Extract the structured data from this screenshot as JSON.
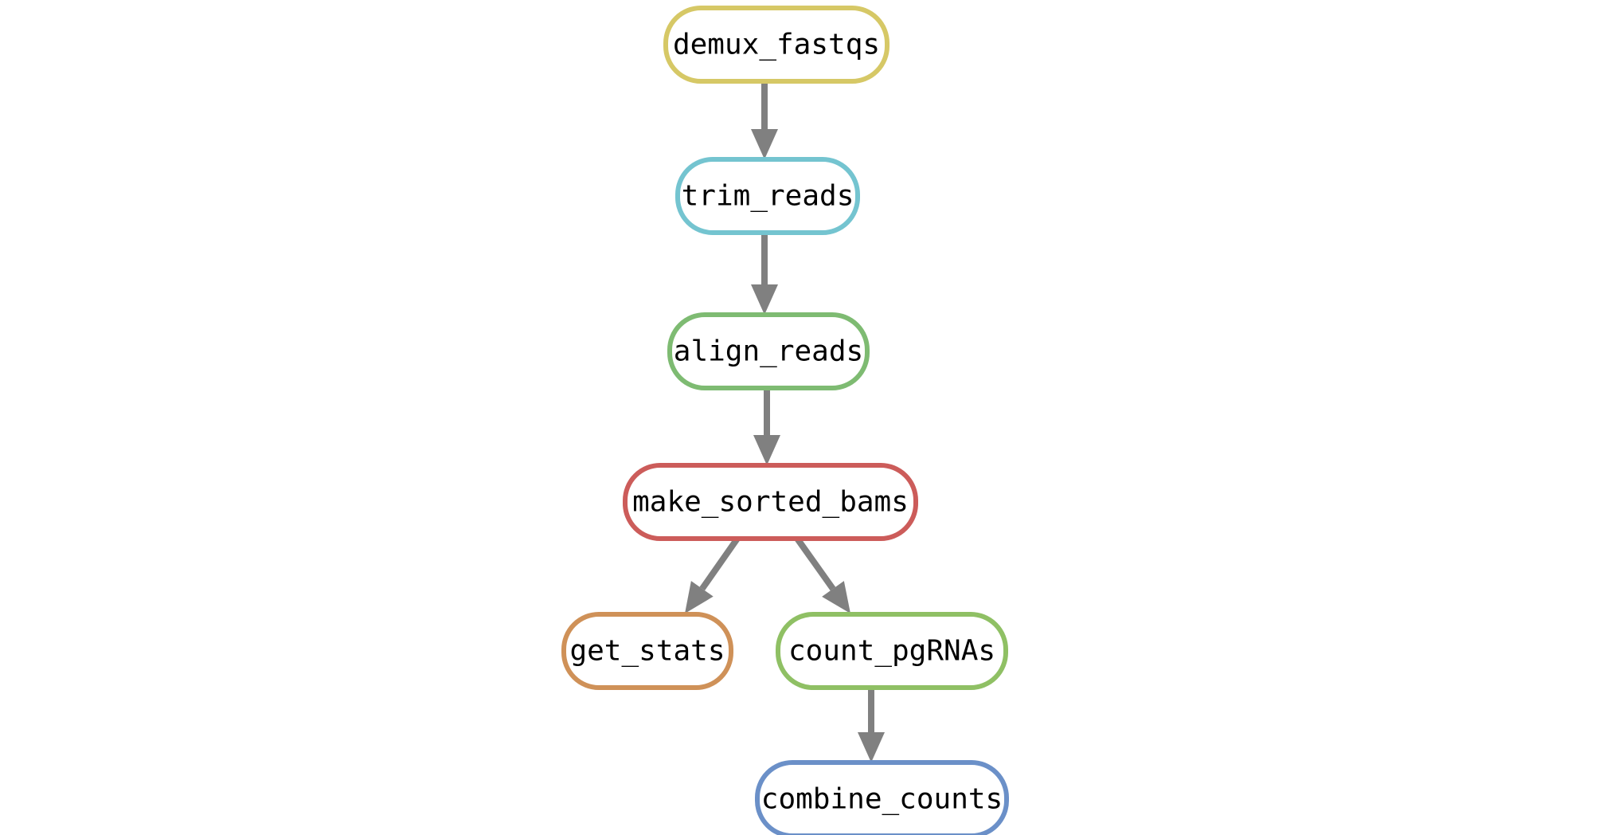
{
  "dag": {
    "edge_color": "#808080",
    "nodes": [
      {
        "id": "demux_fastqs",
        "label": "demux_fastqs",
        "color": "#d6c866"
      },
      {
        "id": "trim_reads",
        "label": "trim_reads",
        "color": "#74c4d0"
      },
      {
        "id": "align_reads",
        "label": "align_reads",
        "color": "#7ebb72"
      },
      {
        "id": "make_sorted_bams",
        "label": "make_sorted_bams",
        "color": "#cc5c5a"
      },
      {
        "id": "get_stats",
        "label": "get_stats",
        "color": "#cf9158"
      },
      {
        "id": "count_pgRNAs",
        "label": "count_pgRNAs",
        "color": "#8fc064"
      },
      {
        "id": "combine_counts",
        "label": "combine_counts",
        "color": "#6b90c8"
      }
    ],
    "edges": [
      {
        "from": "demux_fastqs",
        "to": "trim_reads"
      },
      {
        "from": "trim_reads",
        "to": "align_reads"
      },
      {
        "from": "align_reads",
        "to": "make_sorted_bams"
      },
      {
        "from": "make_sorted_bams",
        "to": "get_stats"
      },
      {
        "from": "make_sorted_bams",
        "to": "count_pgRNAs"
      },
      {
        "from": "count_pgRNAs",
        "to": "combine_counts"
      }
    ]
  }
}
